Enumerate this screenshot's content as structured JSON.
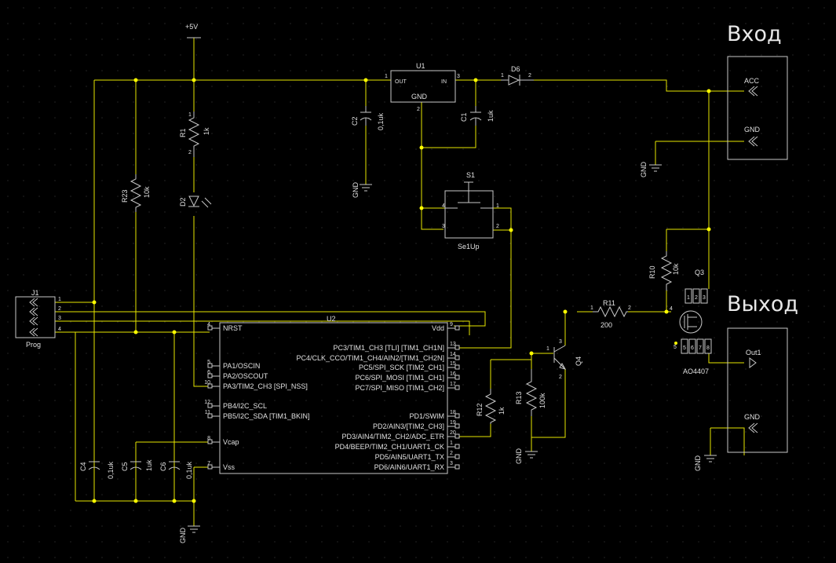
{
  "supply": {
    "label": "+5V"
  },
  "ground_label": "GND",
  "u1": {
    "ref": "U1",
    "out": "OUT",
    "in": "IN",
    "gnd": "GND",
    "pin_out": "1",
    "pin_in": "3",
    "pin_gnd": "2"
  },
  "d6": {
    "ref": "D6",
    "p1": "1",
    "p2": "2"
  },
  "c2": {
    "ref": "C2",
    "value": "0,1uk"
  },
  "c1": {
    "ref": "C1",
    "value": "1uk"
  },
  "r1": {
    "ref": "R1",
    "value": "1k"
  },
  "d2": {
    "ref": "D2"
  },
  "r23": {
    "ref": "R23",
    "value": "10k"
  },
  "s1": {
    "ref": "S1",
    "name": "Se1Up"
  },
  "input_block": {
    "heading": "Вход",
    "acc": "ACC",
    "gnd": "GND"
  },
  "output_block": {
    "heading": "Выход",
    "out": "Out1",
    "gnd": "GND"
  },
  "r10": {
    "ref": "R10",
    "value": "10k"
  },
  "q3": {
    "ref": "Q3",
    "part": "AO4407"
  },
  "r11": {
    "ref": "R11",
    "value": "200"
  },
  "q4": {
    "ref": "Q4"
  },
  "r12": {
    "ref": "R12",
    "value": "1k"
  },
  "r13": {
    "ref": "R13",
    "value": "100k"
  },
  "j1": {
    "ref": "J1",
    "name": "Prog"
  },
  "u2": {
    "ref": "U2",
    "left_pins": [
      {
        "num": "4",
        "name": "NRST"
      },
      {
        "num": "5",
        "name": "PA1/OSCIN"
      },
      {
        "num": "6",
        "name": "PA2/OSCOUT"
      },
      {
        "num": "10",
        "name": "PA3/TIM2_CH3 [SPI_NSS]"
      },
      {
        "num": "12",
        "name": "PB4/I2C_SCL"
      },
      {
        "num": "11",
        "name": "PB5/I2C_SDA [TIM1_BKIN]"
      },
      {
        "num": "8",
        "name": "Vcap"
      },
      {
        "num": "7",
        "name": "Vss"
      }
    ],
    "right_pins": [
      {
        "num": "9",
        "name": "Vdd"
      },
      {
        "num": "13",
        "name": "PC3/TIM1_CH3 [TLI] [TIM1_CH1N]"
      },
      {
        "num": "14",
        "name": "PC4/CLK_CCO/TIM1_CH4/AIN2/[TIM1_CH2N]"
      },
      {
        "num": "15",
        "name": "PC5/SPI_SCK [TIM2_CH1]"
      },
      {
        "num": "16",
        "name": "PC6/SPI_MOSI [TIM1_CH1]"
      },
      {
        "num": "17",
        "name": "PC7/SPI_MISO [TIM1_CH2]"
      },
      {
        "num": "18",
        "name": "PD1/SWIM"
      },
      {
        "num": "19",
        "name": "PD2/AIN3/[TIM2_CH3]"
      },
      {
        "num": "20",
        "name": "PD3/AIN4/TIM2_CH2/ADC_ETR"
      },
      {
        "num": "1",
        "name": "PD4/BEEP/TIM2_CH1/UART1_CK"
      },
      {
        "num": "2",
        "name": "PD5/AIN5/UART1_TX"
      },
      {
        "num": "3",
        "name": "PD6/AIN6/UART1_RX"
      }
    ]
  },
  "c4": {
    "ref": "C4",
    "value": "0,1uk"
  },
  "c5": {
    "ref": "C5",
    "value": "1uk"
  },
  "c6": {
    "ref": "C6",
    "value": "0,1uk"
  },
  "colors": {
    "background": "#000000",
    "wire": "#e6e600",
    "component": "#c8c8c8",
    "junction": "#ffff00"
  }
}
